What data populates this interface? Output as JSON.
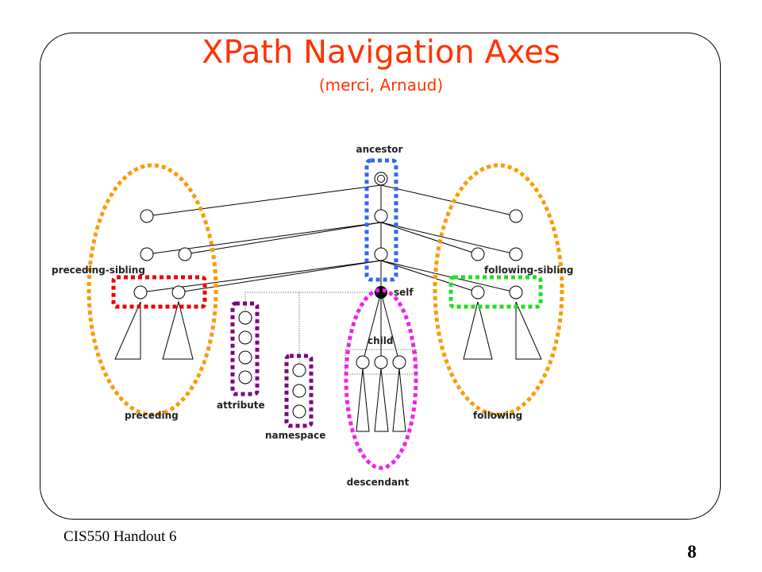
{
  "slide": {
    "title": "XPath Navigation Axes",
    "subtitle": "(merci, Arnaud)",
    "footer": "CIS550 Handout 6",
    "page_number": "8"
  },
  "diagram": {
    "labels": {
      "ancestor": "ancestor",
      "preceding_sibling": "preceding-sibling",
      "following_sibling": "following-sibling",
      "self": "self",
      "child": "child",
      "attribute": "attribute",
      "namespace": "namespace",
      "preceding": "preceding",
      "following": "following",
      "descendant": "descendant"
    },
    "colors": {
      "ancestor": "#3366ee",
      "preceding_sibling": "#ee0000",
      "following_sibling": "#22dd22",
      "preceding_following": "#ff9900",
      "descendant": "#ee22ee",
      "attribute_namespace": "#800080"
    }
  }
}
